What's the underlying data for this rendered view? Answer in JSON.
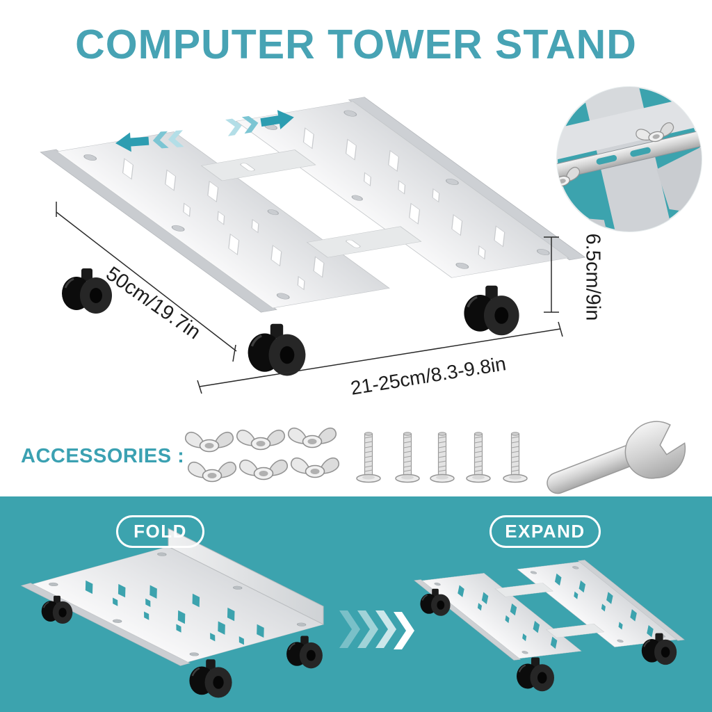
{
  "header": {
    "title": "COMPUTER TOWER STAND"
  },
  "colors": {
    "teal_accent": "#47A3B4",
    "teal_background": "#3CA3AE",
    "arrow_teal": "#2D9DB1",
    "dimension_text": "#1C1C1C",
    "metal_silver": "#D9DBDE",
    "wheel_black": "#1A1A1A"
  },
  "product": {
    "dimensions": {
      "length_label": "50cm/19.7in",
      "width_label": "21-25cm/8.3-9.8in",
      "height_label": "6.5cm/9in"
    },
    "icons": [
      "slide-left-arrow",
      "slide-right-arrow",
      "adjustment-detail-inset"
    ]
  },
  "accessories": {
    "label": "ACCESSORIES :",
    "items": [
      {
        "name": "wing-nut",
        "count": 6
      },
      {
        "name": "screw",
        "count": 5
      },
      {
        "name": "wrench",
        "count": 1
      }
    ]
  },
  "states": {
    "fold_label": "FOLD",
    "expand_label": "EXPAND"
  }
}
